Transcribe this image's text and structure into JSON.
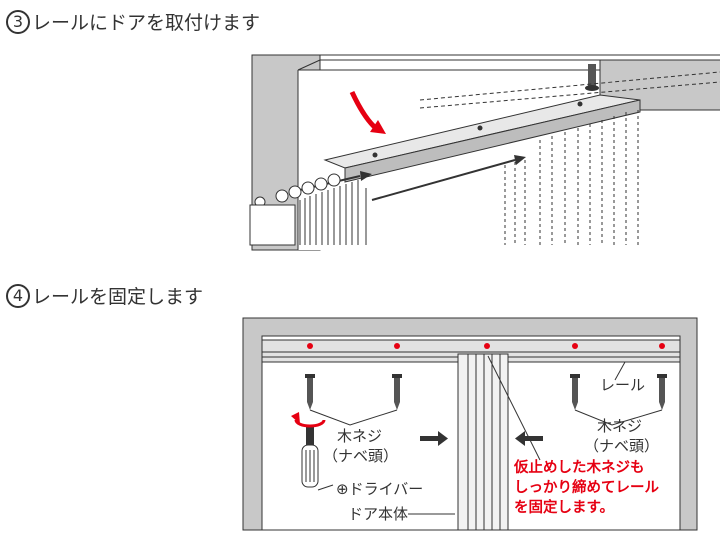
{
  "step3": {
    "number": "3",
    "text": "レールにドアを取付けます"
  },
  "step4": {
    "number": "4",
    "text": "レールを固定します"
  },
  "labels": {
    "rail": "レール",
    "wood_screw_left": "木ネジ",
    "pan_head_left": "（ナベ頭）",
    "wood_screw_right": "木ネジ",
    "pan_head_right": "（ナベ頭）",
    "driver": "⊕ドライバー",
    "door_body": "ドア本体"
  },
  "note_red": {
    "line1": "仮止めした木ネジも",
    "line2": "しっかり締めてレール",
    "line3": "を固定します。"
  },
  "colors": {
    "accent_red": "#e60012",
    "wall_gray": "#c8c8c8",
    "line": "#333333"
  }
}
